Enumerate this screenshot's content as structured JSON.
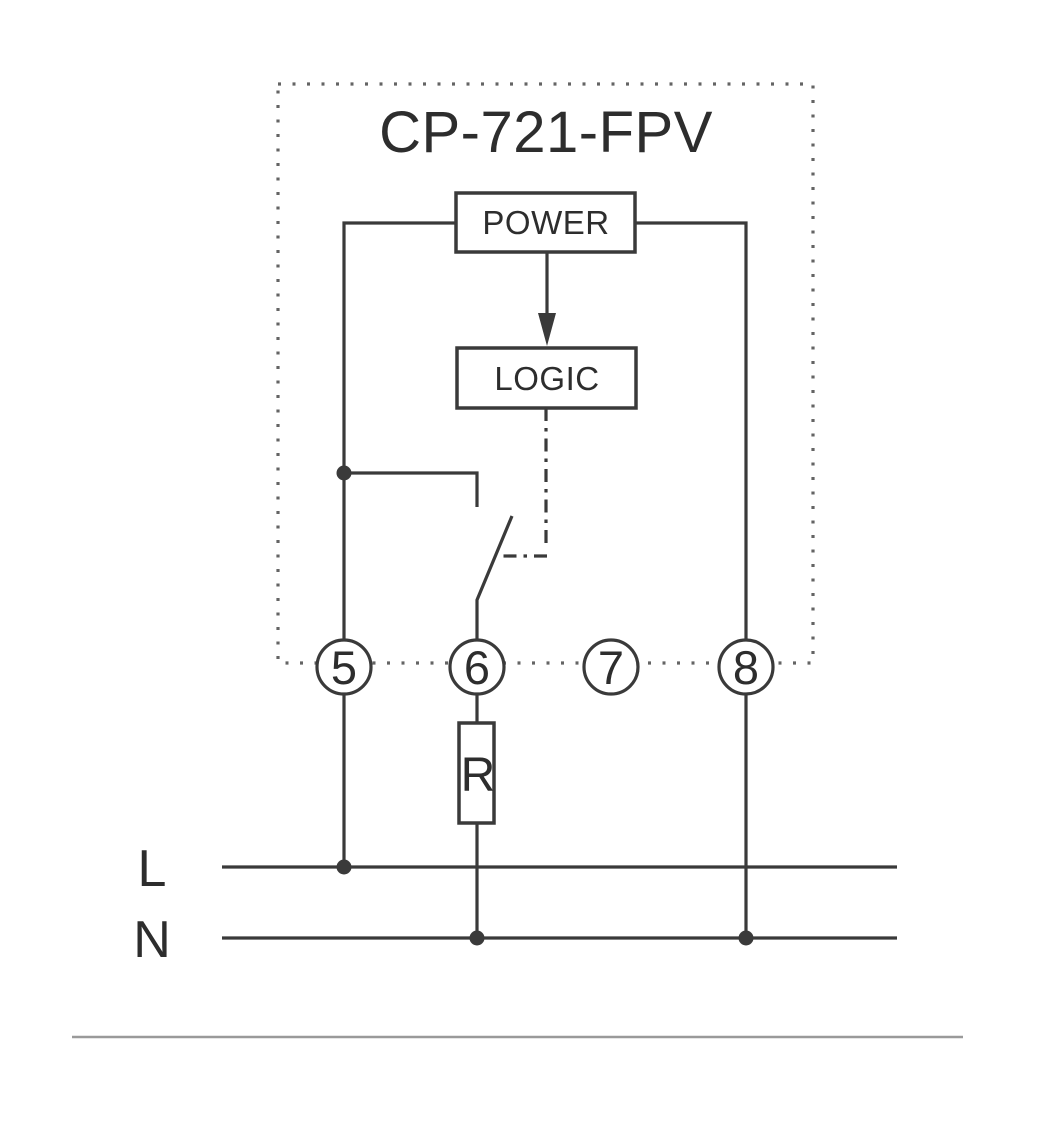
{
  "diagram": {
    "title": "CP-721-FPV",
    "blocks": {
      "power": "POWER",
      "logic": "LOGIC"
    },
    "terminals": [
      {
        "number": "5"
      },
      {
        "number": "6"
      },
      {
        "number": "7"
      },
      {
        "number": "8"
      }
    ],
    "resistor": {
      "label": "R"
    },
    "supply_lines": {
      "live": "L",
      "neutral": "N"
    },
    "colors": {
      "wire": "#3a3a3a",
      "text": "#2d2d2d",
      "outline_dots": "#646464",
      "divider": "#9a9a9a",
      "background": "#ffffff"
    }
  }
}
